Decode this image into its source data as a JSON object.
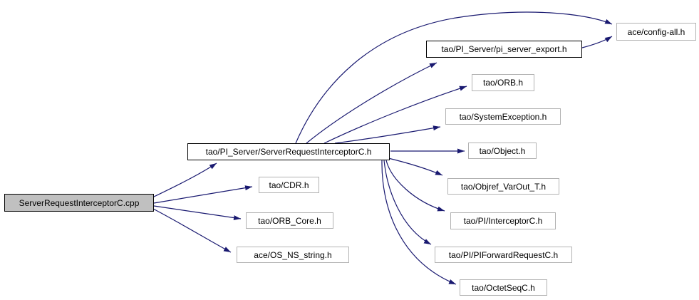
{
  "diagram": {
    "type": "include-dependency-graph",
    "colors": {
      "edge": "#191970",
      "root_fill": "#c0c0c0",
      "linked_node_border": "#000000",
      "plain_node_border": "#b2b2b2",
      "background": "#ffffff"
    },
    "nodes": {
      "root": {
        "label": "ServerRequestInterceptorC.cpp"
      },
      "main_header": {
        "label": "tao/PI_Server/ServerRequestInterceptorC.h"
      },
      "config_all": {
        "label": "ace/config-all.h"
      },
      "pi_server_export": {
        "label": "tao/PI_Server/pi_server_export.h"
      },
      "orb": {
        "label": "tao/ORB.h"
      },
      "system_exception": {
        "label": "tao/SystemException.h"
      },
      "object": {
        "label": "tao/Object.h"
      },
      "objref_varout": {
        "label": "tao/Objref_VarOut_T.h"
      },
      "pi_interceptor": {
        "label": "tao/PI/InterceptorC.h"
      },
      "pi_forward_request": {
        "label": "tao/PI/PIForwardRequestC.h"
      },
      "octet_seq": {
        "label": "tao/OctetSeqC.h"
      },
      "cdr": {
        "label": "tao/CDR.h"
      },
      "orb_core": {
        "label": "tao/ORB_Core.h"
      },
      "os_ns_string": {
        "label": "ace/OS_NS_string.h"
      }
    },
    "edges": [
      {
        "from": "ServerRequestInterceptorC.cpp",
        "to": "tao/PI_Server/ServerRequestInterceptorC.h"
      },
      {
        "from": "ServerRequestInterceptorC.cpp",
        "to": "tao/CDR.h"
      },
      {
        "from": "ServerRequestInterceptorC.cpp",
        "to": "tao/ORB_Core.h"
      },
      {
        "from": "ServerRequestInterceptorC.cpp",
        "to": "ace/OS_NS_string.h"
      },
      {
        "from": "tao/PI_Server/ServerRequestInterceptorC.h",
        "to": "ace/config-all.h"
      },
      {
        "from": "tao/PI_Server/ServerRequestInterceptorC.h",
        "to": "tao/PI_Server/pi_server_export.h"
      },
      {
        "from": "tao/PI_Server/ServerRequestInterceptorC.h",
        "to": "tao/ORB.h"
      },
      {
        "from": "tao/PI_Server/ServerRequestInterceptorC.h",
        "to": "tao/SystemException.h"
      },
      {
        "from": "tao/PI_Server/ServerRequestInterceptorC.h",
        "to": "tao/Object.h"
      },
      {
        "from": "tao/PI_Server/ServerRequestInterceptorC.h",
        "to": "tao/Objref_VarOut_T.h"
      },
      {
        "from": "tao/PI_Server/ServerRequestInterceptorC.h",
        "to": "tao/PI/InterceptorC.h"
      },
      {
        "from": "tao/PI_Server/ServerRequestInterceptorC.h",
        "to": "tao/PI/PIForwardRequestC.h"
      },
      {
        "from": "tao/PI_Server/ServerRequestInterceptorC.h",
        "to": "tao/OctetSeqC.h"
      },
      {
        "from": "tao/PI_Server/pi_server_export.h",
        "to": "ace/config-all.h"
      }
    ]
  }
}
